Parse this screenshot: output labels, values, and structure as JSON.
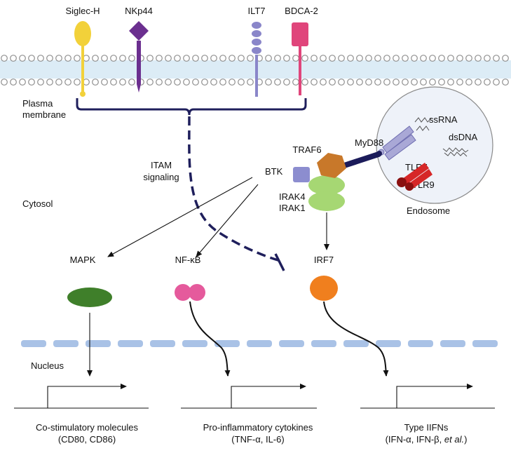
{
  "receptors": {
    "siglec": "Siglec-H",
    "nkp44": "NKp44",
    "ilt7": "ILT7",
    "bdca2": "BDCA-2"
  },
  "membrane": {
    "label_line1": "Plasma",
    "label_line2": "membrane"
  },
  "signaling": {
    "itam_line1": "ITAM",
    "itam_line2": "signaling",
    "cytosol": "Cytosol",
    "btk": "BTK",
    "traf6": "TRAF6",
    "myd88": "MyD88",
    "irak4": "IRAK4",
    "irak1": "IRAK1"
  },
  "endosome": {
    "label": "Endosome",
    "ssrna": "ssRNA",
    "dsdna": "dsDNA",
    "tlr7": "TLR7",
    "tlr9": "TLR9"
  },
  "factors": {
    "mapk": "MAPK",
    "nfkb": "NF-κB",
    "irf7": "IRF7"
  },
  "nucleus": {
    "label": "Nucleus"
  },
  "outputs": {
    "costim_line1": "Co-stimulatory molecules",
    "costim_line2": "(CD80, CD86)",
    "proinf_line1": "Pro-inflammatory cytokines",
    "proinf_line2": "(TNF-α, IL-6)",
    "ifn_line1": "Type IIFNs",
    "ifn_line2_main": "(IFN-α, IFN-β, ",
    "ifn_line2_italic": "et al.",
    "ifn_line2_end": ")"
  },
  "colors": {
    "siglec": "#f2d13a",
    "nkp44": "#6b2f8f",
    "ilt7": "#8a86c9",
    "bdca2": "#e0457b",
    "membrane_lipid": "#8f8f8f",
    "membrane_fill": "#dcecf6",
    "bracket": "#1f1f5c",
    "btk": "#8c8dcf",
    "traf6": "#c8782a",
    "irak": "#a6d773",
    "myd88": "#1b1b5a",
    "tlr7": "#a9a8d6",
    "tlr9": "#d62728",
    "endosome_fill": "#eef2f9",
    "mapk": "#3f7f2a",
    "nfkb": "#e55a9c",
    "irf7": "#f07f1e",
    "nuclear_membrane": "#a9c2e6"
  }
}
